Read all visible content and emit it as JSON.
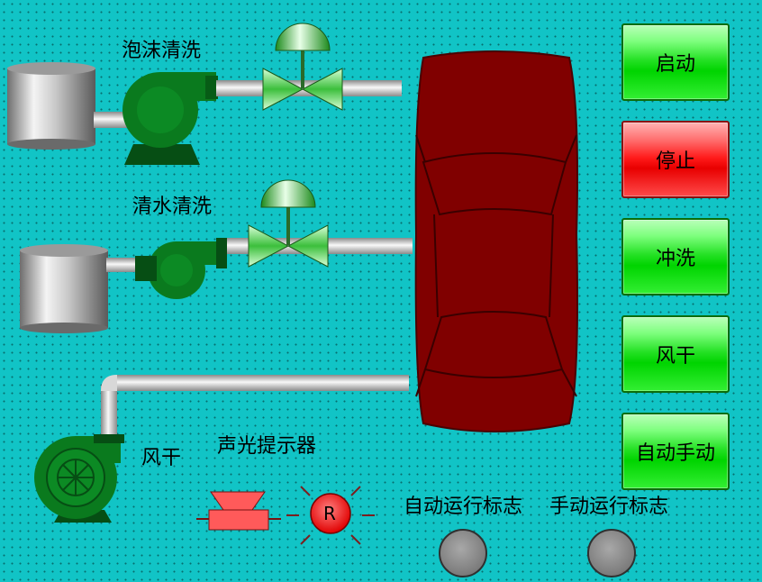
{
  "labels": {
    "foam_wash": "泡沫清洗",
    "water_wash": "清水清洗",
    "air_dry": "风干",
    "alarm": "声光提示器",
    "auto_flag": "自动运行标志",
    "manual_flag": "手动运行标志",
    "lamp_letter": "R"
  },
  "buttons": {
    "start": "启动",
    "stop": "停止",
    "rinse": "冲洗",
    "dry": "风干",
    "auto_manual": "自动手动"
  },
  "colors": {
    "background": "#11c4c6",
    "car": "#800000",
    "pump": "#0a7a1e",
    "button_green": "#00d400",
    "button_red": "#e80000",
    "alarm_light": "#ff1a1a",
    "indicator_off": "#7c7c7c"
  }
}
